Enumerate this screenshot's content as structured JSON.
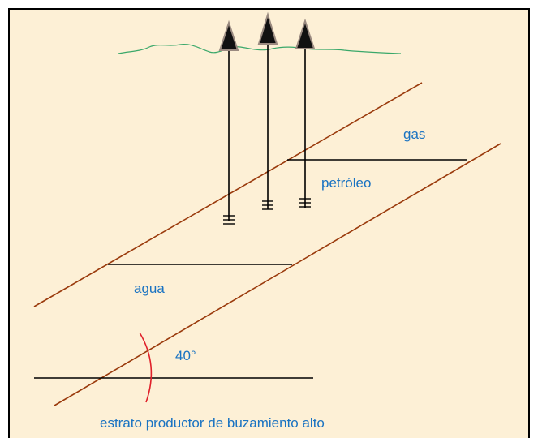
{
  "labels": {
    "gas": "gas",
    "oil": "petróleo",
    "water": "agua",
    "angle": "40°",
    "caption": "estrato productor de buzamiento alto"
  },
  "colors": {
    "background": "#fdf0d6",
    "frame": "#000000",
    "strata": "#9a3a0c",
    "contacts": "#000000",
    "wells": "#000000",
    "ground": "#3aa86a",
    "angle_arc": "#e0202a",
    "label_text": "#1a73c2"
  },
  "icons": {
    "well_head": "triangle-arrow-icon",
    "perforation": "perforation-ticks-icon"
  }
}
